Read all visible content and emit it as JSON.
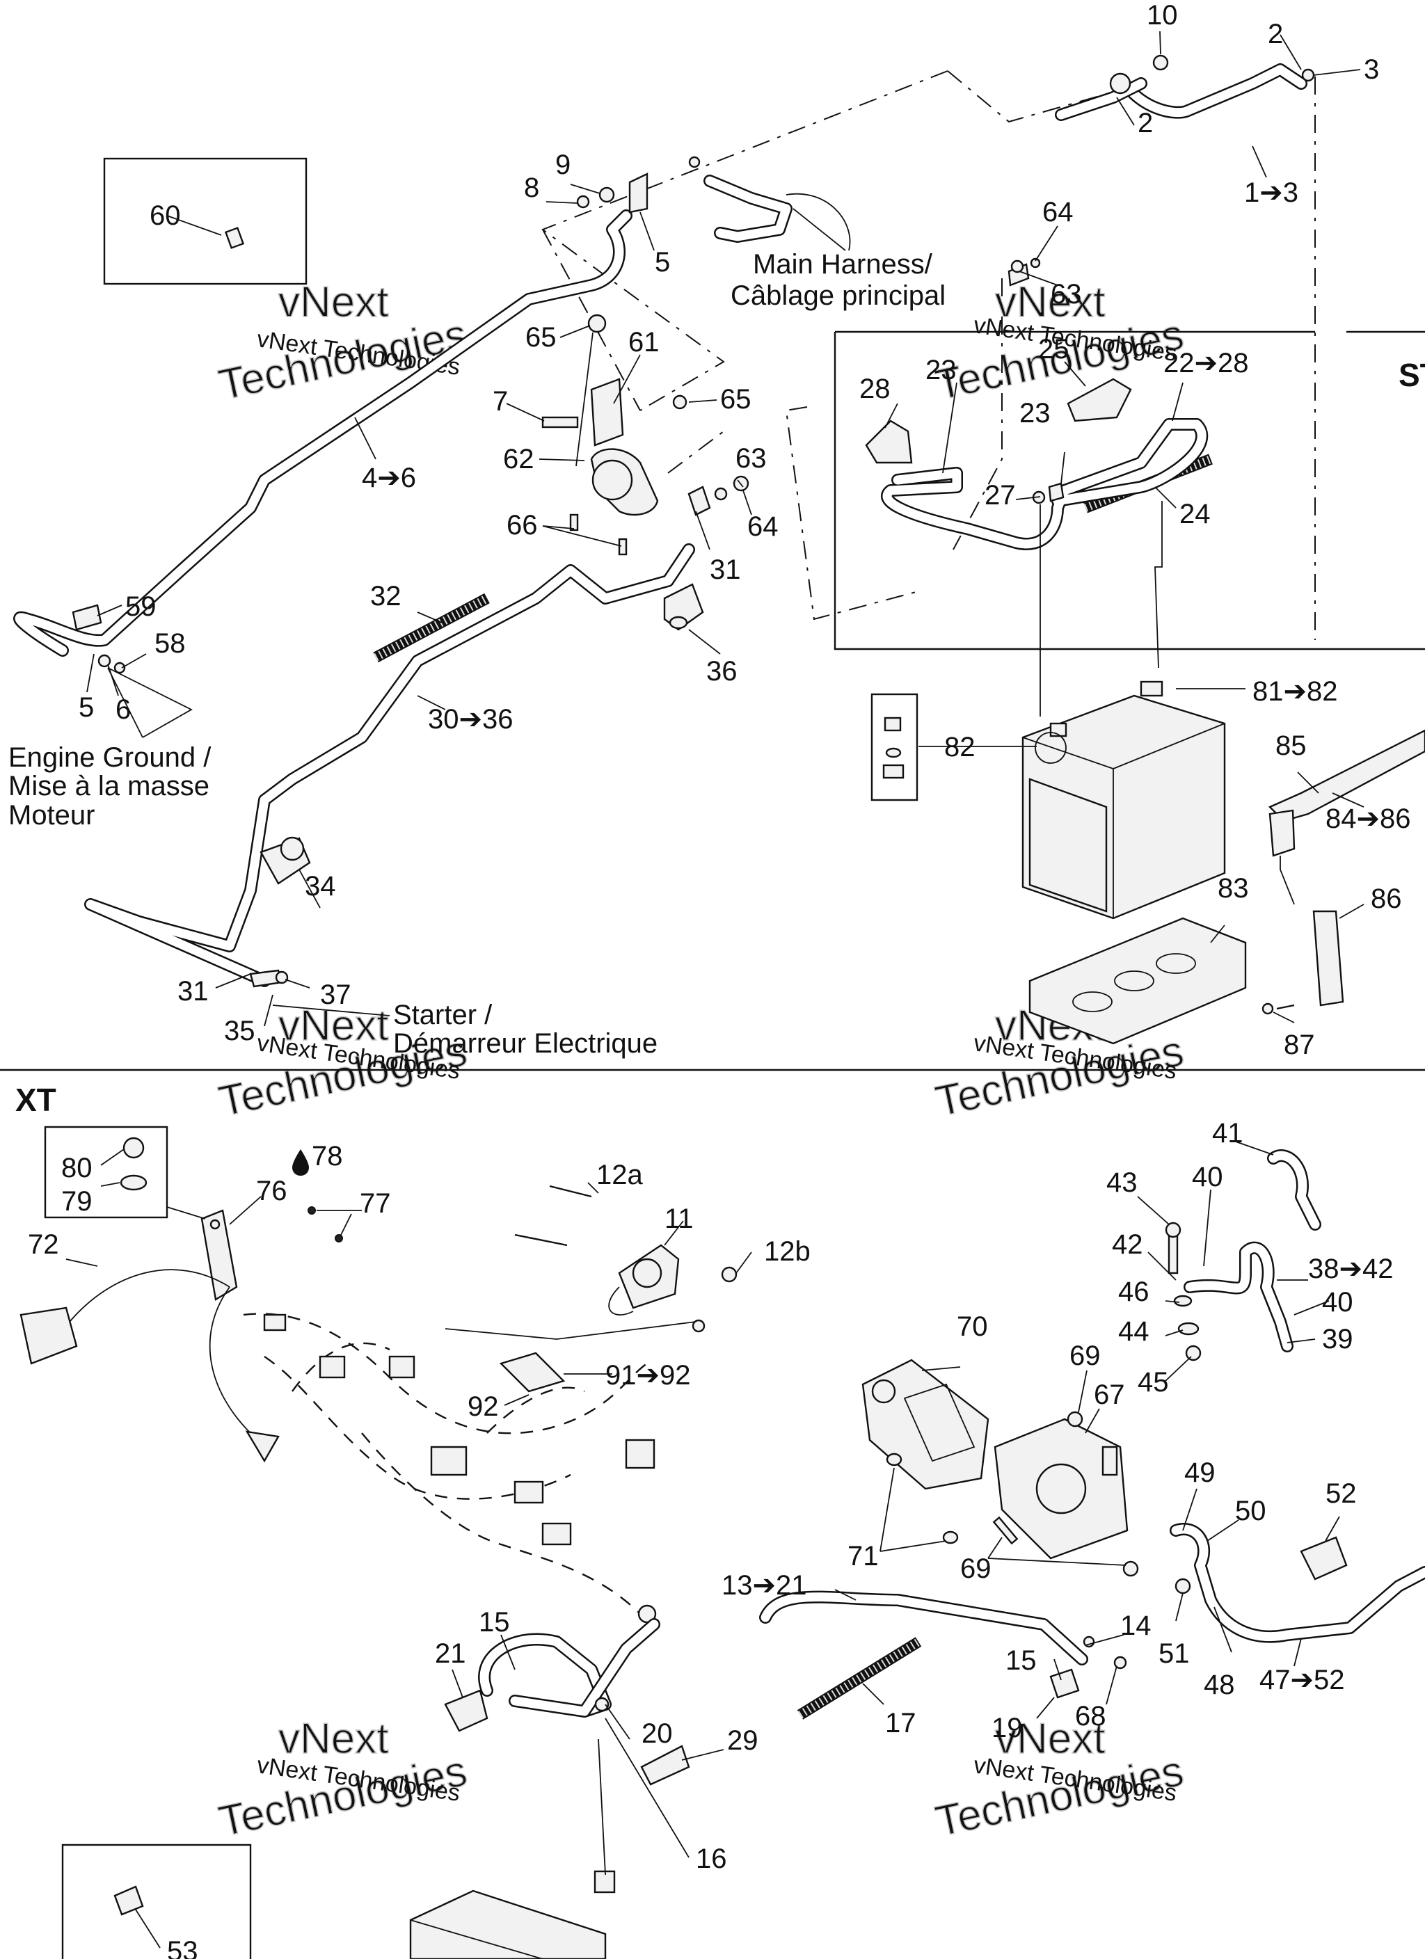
{
  "callouts": {
    "c10": "10",
    "c2a": "2",
    "c3": "3",
    "c2b": "2",
    "c1to3": "1➔3",
    "c9": "9",
    "c8": "8",
    "c5a": "5",
    "c60": "60",
    "c64a": "64",
    "c63a": "63",
    "c65a": "65",
    "c61": "61",
    "c7": "7",
    "c65b": "65",
    "c62": "62",
    "c63b": "63",
    "c64b": "64",
    "c66": "66",
    "c31a": "31",
    "c36": "36",
    "c4to6": "4➔6",
    "c32": "32",
    "c30to36": "30➔36",
    "c59": "59",
    "c58": "58",
    "c5b": "5",
    "c6": "6",
    "c34": "34",
    "c31b": "31",
    "c37": "37",
    "c35": "35",
    "c28": "28",
    "c23a": "23",
    "c25": "25",
    "c22to28": "22➔28",
    "c23b": "23",
    "c27": "27",
    "c24": "24",
    "c81to82": "81➔82",
    "c82": "82",
    "c85": "85",
    "c84to86": "84➔86",
    "c83": "83",
    "c86": "86",
    "c87": "87",
    "c80": "80",
    "c79": "79",
    "c76": "76",
    "c78": "78",
    "c77": "77",
    "c72": "72",
    "c12a": "12a",
    "c11": "11",
    "c12b": "12b",
    "c91to92": "91➔92",
    "c92": "92",
    "c41": "41",
    "c43": "43",
    "c40a": "40",
    "c42": "42",
    "c38to42": "38➔42",
    "c46": "46",
    "c40b": "40",
    "c44": "44",
    "c39": "39",
    "c45": "45",
    "c70": "70",
    "c69a": "69",
    "c67": "67",
    "c71": "71",
    "c69b": "69",
    "c49": "49",
    "c50": "50",
    "c52": "52",
    "c13to21": "13➔21",
    "c14": "14",
    "c15a": "15",
    "c51": "51",
    "c15b": "15",
    "c21": "21",
    "c48": "48",
    "c47to52": "47➔52",
    "c17": "17",
    "c19": "19",
    "c68": "68",
    "c20": "20",
    "c29": "29",
    "c16": "16",
    "c53": "53"
  },
  "labels": {
    "main_harness_line1": "Main Harness/",
    "main_harness_line2": "Câblage principal",
    "engine_ground_line1": "Engine Ground /",
    "engine_ground_line2": "Mise à la masse",
    "engine_ground_line3": "Moteur",
    "starter_line1": "Starter /",
    "starter_line2": "Démarreur Electrique",
    "section_st": "ST",
    "section_xt": "XT"
  },
  "watermark": {
    "small": "vNext Technologies",
    "big_line1": "vNext",
    "big_line2": "Technologies"
  },
  "icons": {
    "drop": "oil-drop-icon"
  }
}
